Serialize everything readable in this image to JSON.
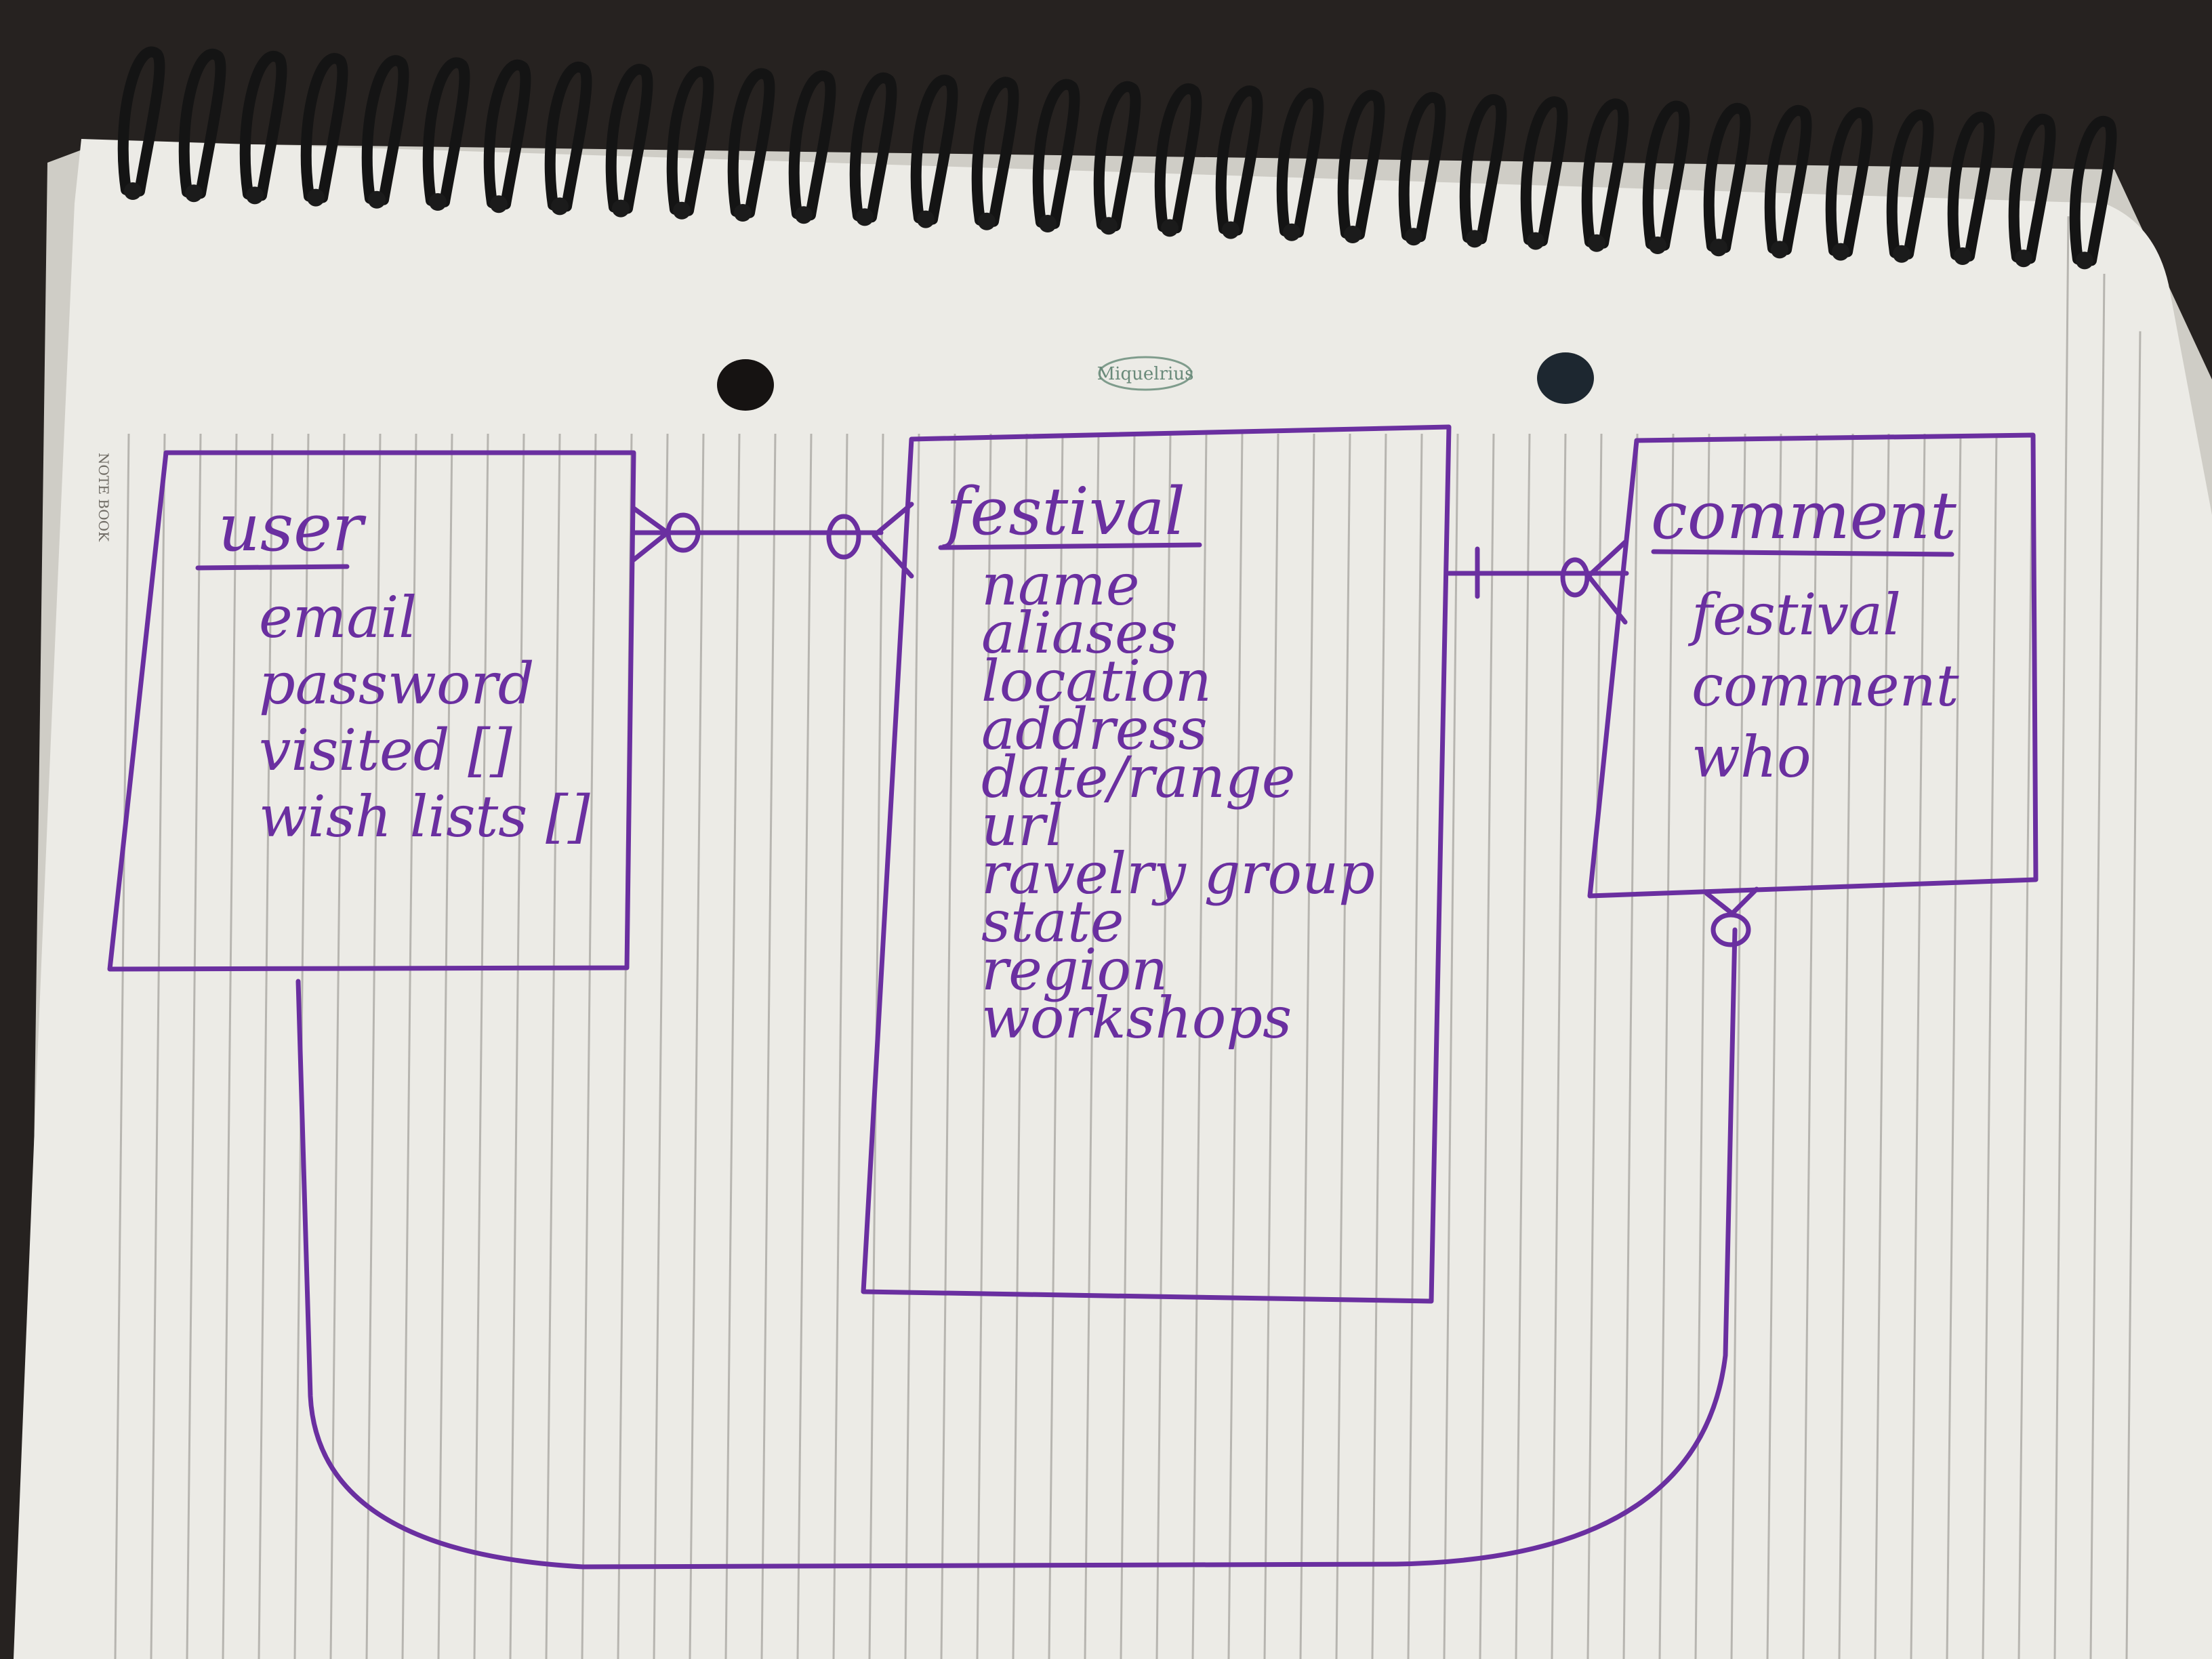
{
  "notebook": {
    "brand": "Miquelrius",
    "side_label": "NOTE BOOK"
  },
  "entities": {
    "user": {
      "title": "user",
      "attributes": [
        "email",
        "password",
        "visited []",
        "wish lists []"
      ]
    },
    "festival": {
      "title": "festival",
      "attributes": [
        "name",
        "aliases",
        "location",
        "address",
        "date/range",
        "url",
        "ravelry group",
        "state",
        "region",
        "workshops"
      ]
    },
    "comment": {
      "title": "comment",
      "attributes": [
        "festival",
        "comment",
        "who"
      ]
    }
  },
  "relationships": [
    {
      "from": "user",
      "to": "festival",
      "from_end": "zero-or-many",
      "to_end": "zero-or-many"
    },
    {
      "from": "festival",
      "to": "comment",
      "from_end": "one",
      "to_end": "zero-or-many"
    },
    {
      "from": "user",
      "to": "comment",
      "from_end": "line",
      "to_end": "zero-or-many"
    }
  ],
  "colors": {
    "ink": "#6a2fa0",
    "paper": "#ecebe6",
    "rule": "#b7b5b0",
    "desk": "#262220",
    "binding": "#141414"
  }
}
